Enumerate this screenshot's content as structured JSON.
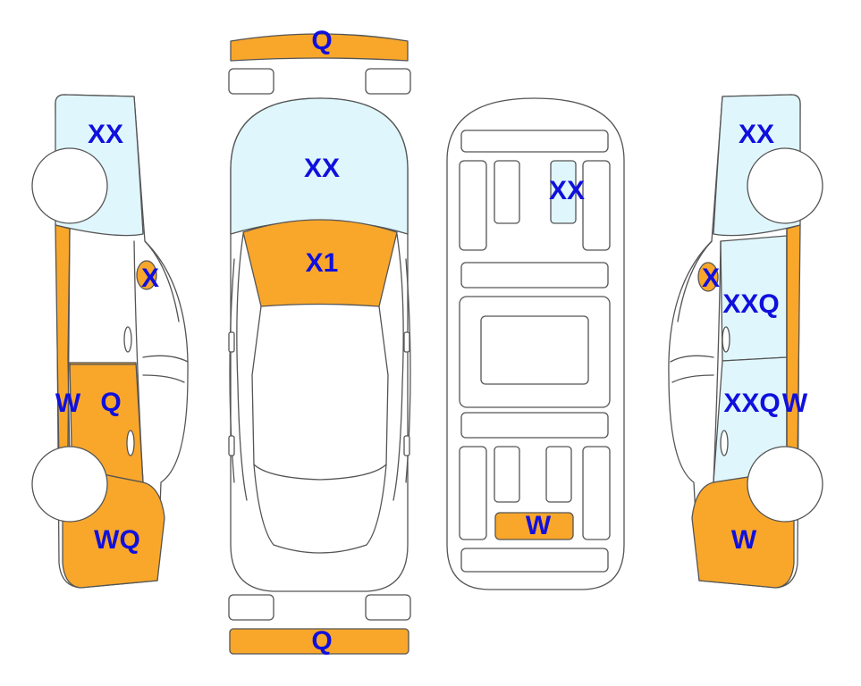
{
  "colors": {
    "damage_fill": "#F9A72B",
    "glass_fill": "#DFF6FC",
    "label_text": "#1010DD",
    "outline": "#555555"
  },
  "labels": {
    "front_bumper": "Q",
    "rear_bumper": "Q",
    "windshield": "XX",
    "hood": "X1",
    "left_window": "XX",
    "left_mirror": "X",
    "left_front_fender": "W",
    "left_front_door": "Q",
    "left_rear_quarter": "WQ",
    "right_window": "XX",
    "right_mirror": "X",
    "right_upper_door": "XXQ",
    "right_lower_door": "XXQ",
    "right_front_fender": "W",
    "right_rear_quarter": "W",
    "roof_glass": "XX",
    "trunk_panel": "W"
  }
}
